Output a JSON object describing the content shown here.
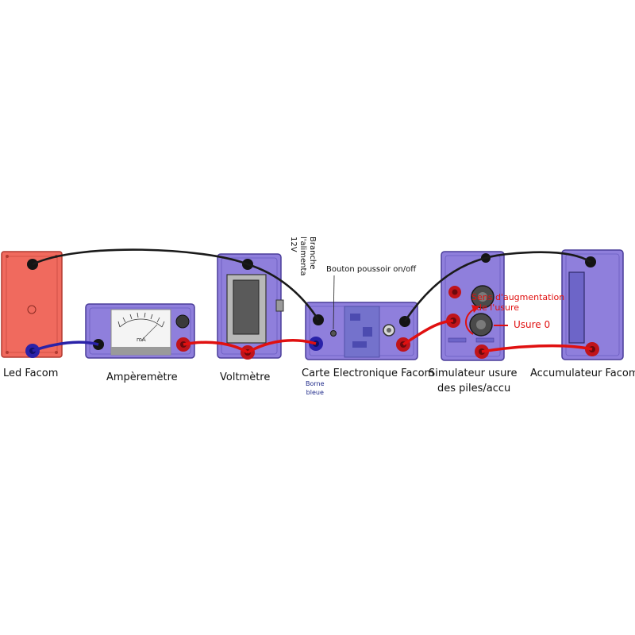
{
  "modules": {
    "led": {
      "label": "Led Facom"
    },
    "ammeter": {
      "label": "Ampèremètre",
      "unit": "mA"
    },
    "voltmeter": {
      "label": "Voltmètre"
    },
    "card": {
      "label": "Carte Electronique Facom",
      "terminal_note_1": "Borne",
      "terminal_note_2": "bleue"
    },
    "simulator": {
      "label_line1": "Simulateur usure",
      "label_line2": "des piles/accu"
    },
    "accumulator": {
      "label": "Accumulateur Facom"
    }
  },
  "annotations": {
    "power_1": "Branche",
    "power_2": "l'alimenta",
    "power_3": "12V",
    "pushbutton": "Bouton poussoir on/off",
    "wear_direction_1": "Sens d'augmentation",
    "wear_direction_2": "de l'usure",
    "wear_zero": "Usure 0"
  },
  "colors": {
    "led_case": "#f06a5e",
    "module_case": "#8f7fdc",
    "module_border": "#4a3d9a",
    "wire_red": "#e01010",
    "wire_black": "#1a1a1a",
    "wire_blue": "#2a22a8",
    "annotation_red": "#e01010"
  }
}
